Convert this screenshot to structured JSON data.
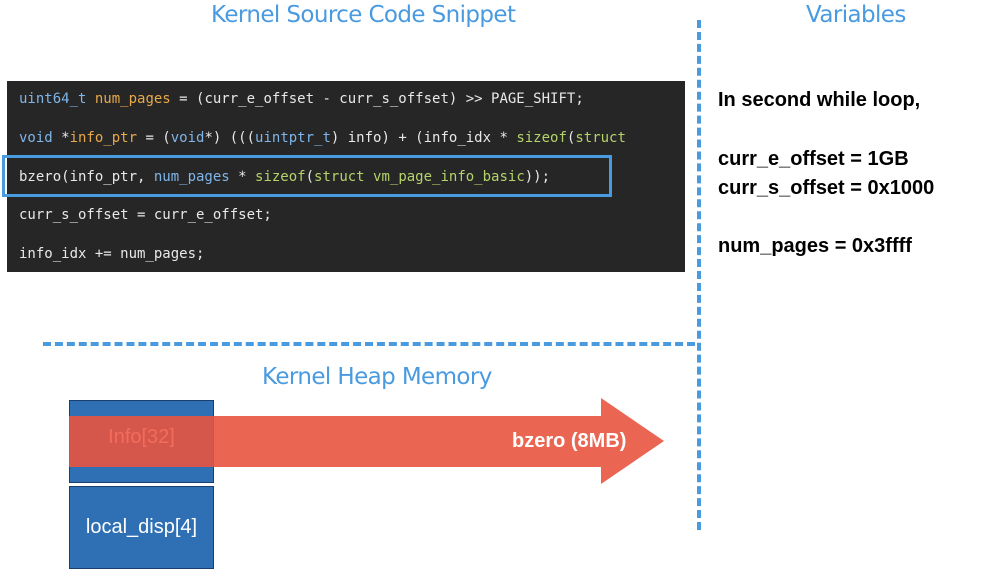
{
  "titles": {
    "code": "Kernel Source Code Snippet",
    "vars": "Variables",
    "heap": "Kernel Heap Memory"
  },
  "code_lines": [
    [
      {
        "t": "uint64_t",
        "c": "type"
      },
      {
        "t": " ",
        "c": "plain"
      },
      {
        "t": "num_pages",
        "c": "var"
      },
      {
        "t": " = (curr_e_offset - curr_s_offset) >> PAGE_SHIFT;",
        "c": "plain"
      }
    ],
    [
      {
        "t": "void",
        "c": "type"
      },
      {
        "t": " *",
        "c": "plain"
      },
      {
        "t": "info_ptr",
        "c": "var"
      },
      {
        "t": " = (",
        "c": "plain"
      },
      {
        "t": "void",
        "c": "type"
      },
      {
        "t": "*) (((",
        "c": "plain"
      },
      {
        "t": "uintptr_t",
        "c": "type"
      },
      {
        "t": ") info) + (info_idx * ",
        "c": "plain"
      },
      {
        "t": "sizeof",
        "c": "fn"
      },
      {
        "t": "(",
        "c": "plain"
      },
      {
        "t": "struct",
        "c": "fn"
      }
    ],
    [
      {
        "t": "bzero(info_ptr, ",
        "c": "plain"
      },
      {
        "t": "num_pages",
        "c": "type"
      },
      {
        "t": " * ",
        "c": "plain"
      },
      {
        "t": "sizeof",
        "c": "fn"
      },
      {
        "t": "(",
        "c": "plain"
      },
      {
        "t": "struct vm_page_info_basic",
        "c": "fn"
      },
      {
        "t": "));",
        "c": "plain"
      }
    ],
    [
      {
        "t": "curr_s_offset = curr_e_offset;",
        "c": "plain"
      }
    ],
    [
      {
        "t": "info_idx += num_pages;",
        "c": "plain"
      }
    ]
  ],
  "variables": {
    "heading": "In second while loop,",
    "curr_e_offset": "curr_e_offset = 1GB",
    "curr_s_offset": "curr_s_offset = 0x1000",
    "num_pages": "num_pages = 0x3ffff"
  },
  "heap": {
    "info_block": "Info[32]",
    "local_block": "local_disp[4]",
    "arrow_label": "bzero (8MB)"
  },
  "colors": {
    "accent": "#4a9ae0",
    "code_bg": "#262626",
    "block_blue": "#2f6fb4",
    "arrow_red": "#e8543f"
  }
}
